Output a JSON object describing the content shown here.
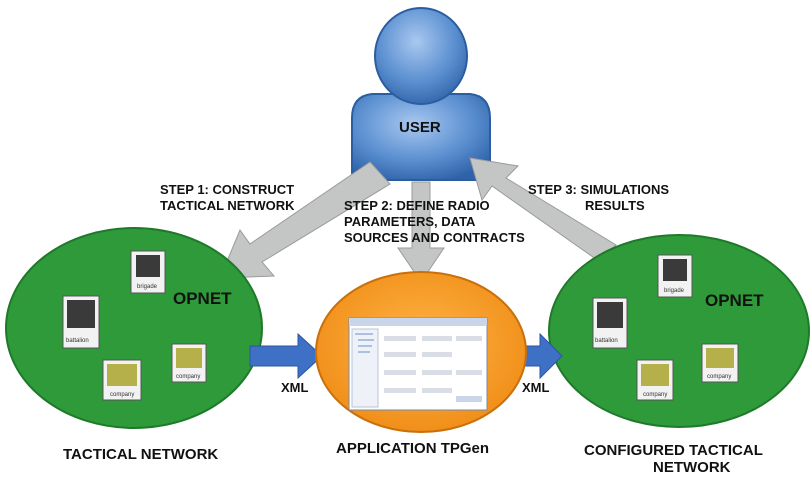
{
  "user": {
    "label": "USER"
  },
  "steps": {
    "step1_line1": "STEP 1: CONSTRUCT",
    "step1_line2": "TACTICAL NETWORK",
    "step2_line1": "STEP 2: DEFINE RADIO",
    "step2_line2": "PARAMETERS, DATA",
    "step2_line3": "SOURCES AND CONTRACTS",
    "step3_line1": "STEP 3: SIMULATIONS",
    "step3_line2": "RESULTS"
  },
  "left_network": {
    "opnet": "OPNET",
    "caption": "TACTICAL NETWORK",
    "nodes": {
      "brigade": "brigade",
      "battalion": "battalion",
      "company1": "company",
      "company2": "company"
    }
  },
  "center_app": {
    "caption": "APPLICATION TPGen"
  },
  "right_network": {
    "opnet": "OPNET",
    "caption_line1": "CONFIGURED TACTICAL",
    "caption_line2": "NETWORK",
    "nodes": {
      "brigade": "brigade",
      "battalion": "battalion",
      "company1": "company",
      "company2": "company"
    }
  },
  "xml_left": "XML",
  "xml_right": "XML",
  "colors": {
    "network_green": "#2f9a3a",
    "app_orange": "#f2931e",
    "user_blue": "#5a8fd0",
    "arrow_gray": "#c4c6c6",
    "xml_arrow_blue": "#3e70c6"
  }
}
